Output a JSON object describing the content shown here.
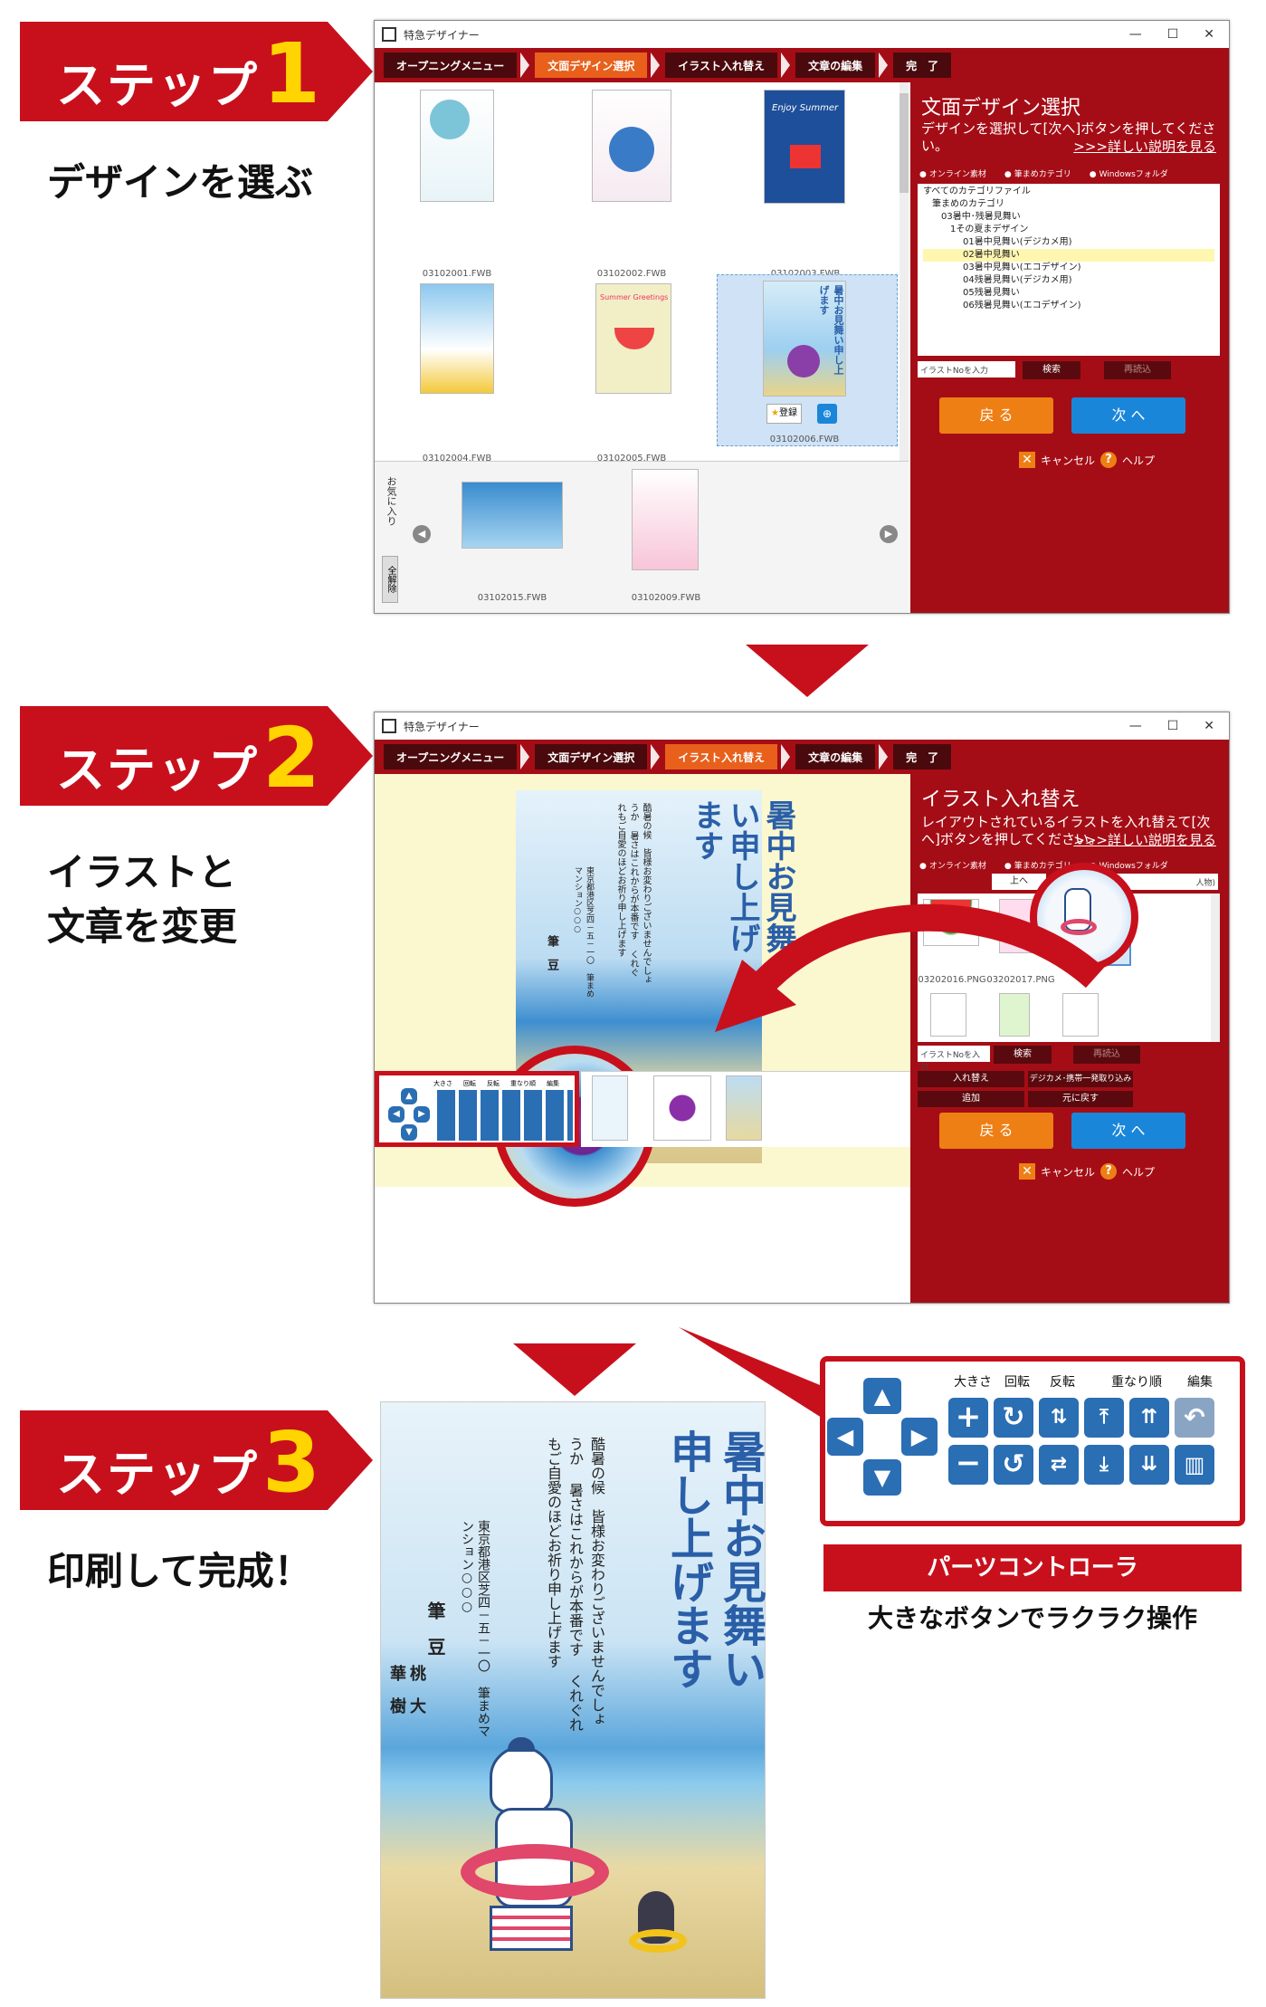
{
  "steps": [
    {
      "label": "ステップ",
      "num": "1",
      "caption": "デザインを選ぶ"
    },
    {
      "label": "ステップ",
      "num": "2",
      "caption_lines": [
        "イラストと",
        "文章を変更"
      ]
    },
    {
      "label": "ステップ",
      "num": "3",
      "caption": "印刷して完成！"
    }
  ],
  "app": {
    "title": "特急デザイナー",
    "controls": [
      "—",
      "☐",
      "✕"
    ],
    "stepbar": [
      "オープニングメニュー",
      "文面デザイン選択",
      "イラスト入れ替え",
      "文章の編集",
      "完　了"
    ]
  },
  "win1": {
    "panel_title": "文面デザイン選択",
    "desc": "デザインを選択して[次へ]ボタンを押してください。",
    "link": ">>>詳しい説明を見る",
    "radios": [
      "オンライン素材",
      "筆まめカテゴリ",
      "Windowsフォルダ"
    ],
    "tree": [
      "すべてのカテゴリファイル",
      "筆まめのカテゴリ",
      "03暑中･残暑見舞い",
      "1その夏まデザイン",
      "01暑中見舞い(デジカメ用)",
      "02暑中見舞い",
      "03暑中見舞い(エコデザイン)",
      "04残暑見舞い(デジカメ用)",
      "05残暑見舞い",
      "06残暑見舞い(エコデザイン)"
    ],
    "search_placeholder": "イラストNoを入力",
    "search_btn": "検索",
    "reload_btn": "再読込",
    "back": "戻 る",
    "next": "次 へ",
    "cancel": "キャンセル",
    "help": "ヘルプ",
    "files": [
      "03102001.FWB",
      "03102002.FWB",
      "03102003.FWB",
      "03102004.FWB",
      "03102005.FWB",
      "03102006.FWB"
    ],
    "fav_label": "お気に入り",
    "fav_clear": "全解除",
    "fav_files": [
      "03102015.FWB",
      "03102009.FWB"
    ],
    "card_texts": [
      "Enjoy Summer",
      "Summer Greetings",
      "暑中お見舞い申し上げます"
    ],
    "register": "登録"
  },
  "win2": {
    "panel_title": "イラスト入れ替え",
    "desc": "レイアウトされているイラストを入れ替えて[次へ]ボタンを押してください。",
    "link": ">>>詳しい説明を見る",
    "radios": [
      "オンライン素材",
      "筆まめカテゴリ",
      "Windowsフォルダ"
    ],
    "up_btn": "上へ",
    "dropdown": "人物)",
    "files": [
      "03202016.PNG",
      "03202017.PNG"
    ],
    "search_placeholder": "イラストNoを入力",
    "search_btn": "検索",
    "reload_btn": "再読込",
    "replace_btn": "入れ替え",
    "camera_btn": "デジカメ･携帯一発取り込み",
    "add_btn": "追加",
    "restore_btn": "元に戻す",
    "back": "戻 る",
    "next": "次 へ",
    "cancel": "キャンセル",
    "help": "ヘルプ",
    "ctrl_labels": [
      "大きさ",
      "回転",
      "反転",
      "重なり順",
      "編集"
    ]
  },
  "card": {
    "title": "暑中お見舞い申し上げます",
    "body": "酷暑の候　皆様お変わりございませんでしょうか 暑さはこれからが本番です くれぐれもご自愛のほどお祈り申し上げます",
    "address": "東京都港区芝四－五－一〇 筆まめマンション○○○",
    "name1": "筆　豆",
    "name2": "桃　大",
    "name3": "華　樹"
  },
  "controller": {
    "labels": [
      "大きさ",
      "回転",
      "反転",
      "重なり順",
      "編集"
    ],
    "title": "パーツコントローラ",
    "subtitle": "大きなボタンでラクラク操作"
  },
  "colors": {
    "red": "#c8101c",
    "yellow": "#ffd400",
    "blue": "#2a6eb4",
    "orange": "#ee7f14"
  }
}
